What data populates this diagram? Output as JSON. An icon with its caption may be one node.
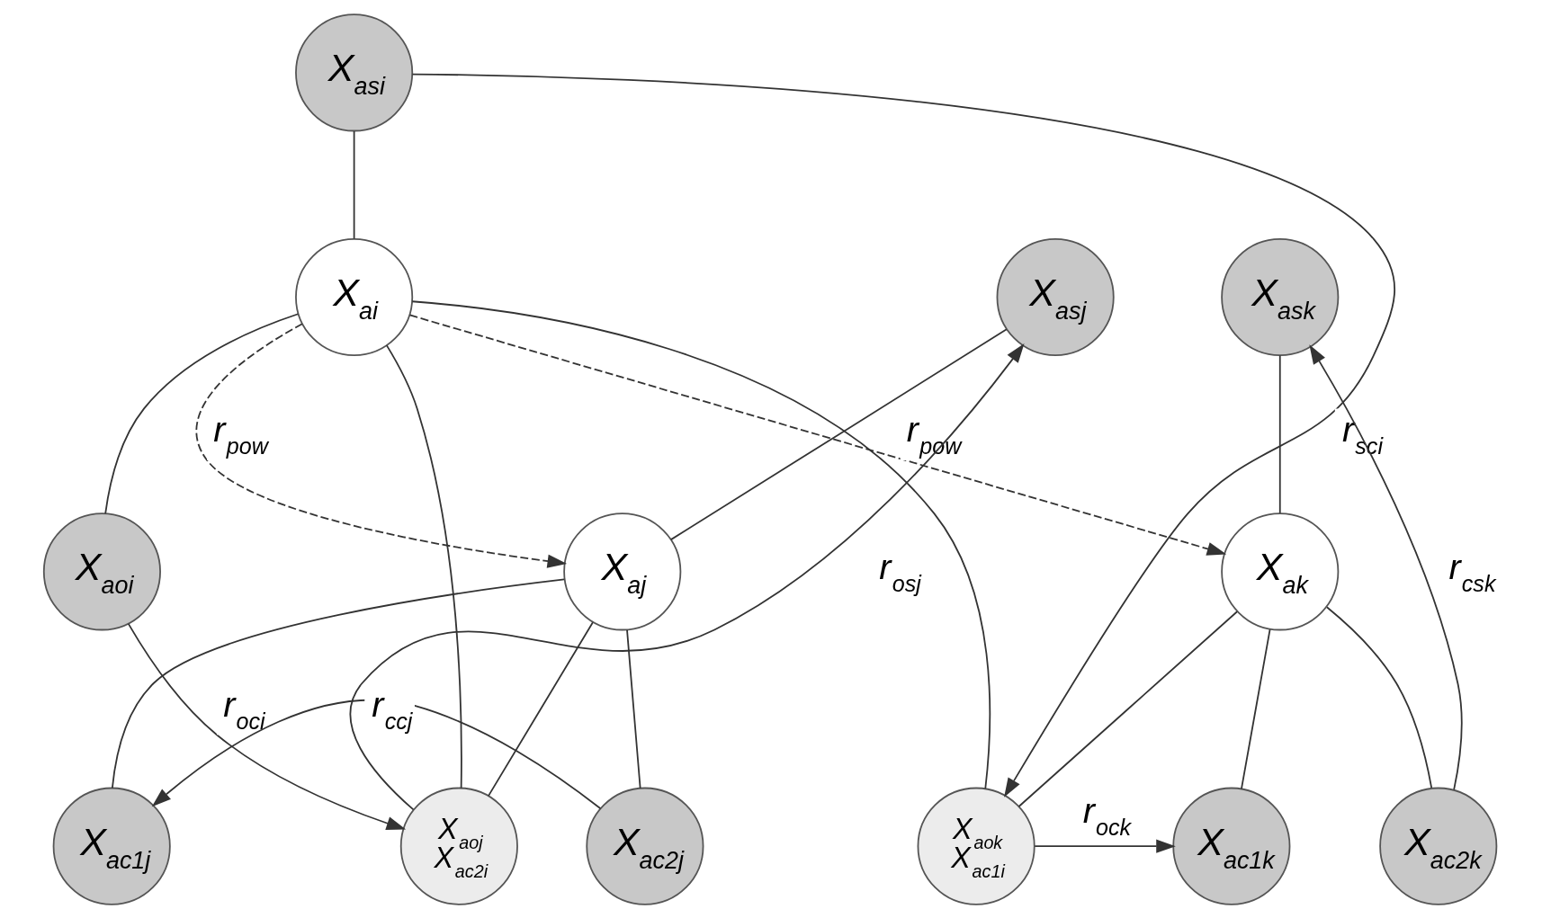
{
  "diagram": {
    "nodes": [
      {
        "text": [
          "X$_{asi}$"
        ]
      },
      {
        "text": [
          "X$_{ai}$"
        ]
      },
      {
        "text": [
          "X$_{asj}$"
        ]
      },
      {
        "text": [
          "X$_{ask}$"
        ]
      },
      {
        "text": [
          "X$_{aoi}$"
        ]
      },
      {
        "text": [
          "X$_{aj}$"
        ]
      },
      {
        "text": [
          "X$_{ak}$"
        ]
      },
      {
        "text": [
          "X$_{ac1j}$"
        ]
      },
      {
        "text": [
          "X$_{aoj}$",
          "X$_{ac2i}$"
        ]
      },
      {
        "text": [
          "X$_{ac2j}$"
        ]
      },
      {
        "text": [
          "X$_{ac1k}$"
        ]
      },
      {
        "text": [
          "X$_{aok}$",
          "X$_{ac1i}$"
        ]
      },
      {
        "text": [
          "X$_{ac2k}$"
        ]
      }
    ],
    "edges": [
      {
        "from": 0,
        "to": 1,
        "arrow": "none"
      },
      {
        "from": 1,
        "to": 4,
        "arrow": "none"
      },
      {
        "from": 1,
        "to": 5,
        "arrow": "to",
        "label": "r$_{pow}$",
        "style": "dashed"
      },
      {
        "from": 1,
        "to": 6,
        "arrow": "to",
        "label": "r$_{pow}$",
        "style": "dashed"
      },
      {
        "from": 1,
        "to": 8,
        "arrow": "none"
      },
      {
        "from": 1,
        "to": 11,
        "arrow": "none"
      },
      {
        "from": 2,
        "to": 5,
        "arrow": "none"
      },
      {
        "from": 5,
        "to": 7,
        "arrow": "none"
      },
      {
        "from": 5,
        "to": 8,
        "arrow": "none"
      },
      {
        "from": 5,
        "to": 9,
        "arrow": "none"
      },
      {
        "from": 3,
        "to": 6,
        "arrow": "none"
      },
      {
        "from": 6,
        "to": 10,
        "arrow": "none"
      },
      {
        "from": 6,
        "to": 11,
        "arrow": "none"
      },
      {
        "from": 6,
        "to": 12,
        "arrow": "none"
      },
      {
        "from": 0,
        "to": 11,
        "arrow": "to",
        "label": "r$_{sci}$"
      },
      {
        "from": 8,
        "to": 2,
        "arrow": "to",
        "label": "r$_{osj}$"
      },
      {
        "from": 4,
        "to": 8,
        "arrow": "to",
        "label": "r$_{oci}$"
      },
      {
        "from": 9,
        "to": 7,
        "arrow": "to",
        "label": "r$_{ccj}$"
      },
      {
        "from": 11,
        "to": 10,
        "arrow": "to",
        "label": "r$_{ock}$"
      },
      {
        "from": 12,
        "to": 3,
        "arrow": "to",
        "label": "r$_{csk}$"
      }
    ]
  }
}
